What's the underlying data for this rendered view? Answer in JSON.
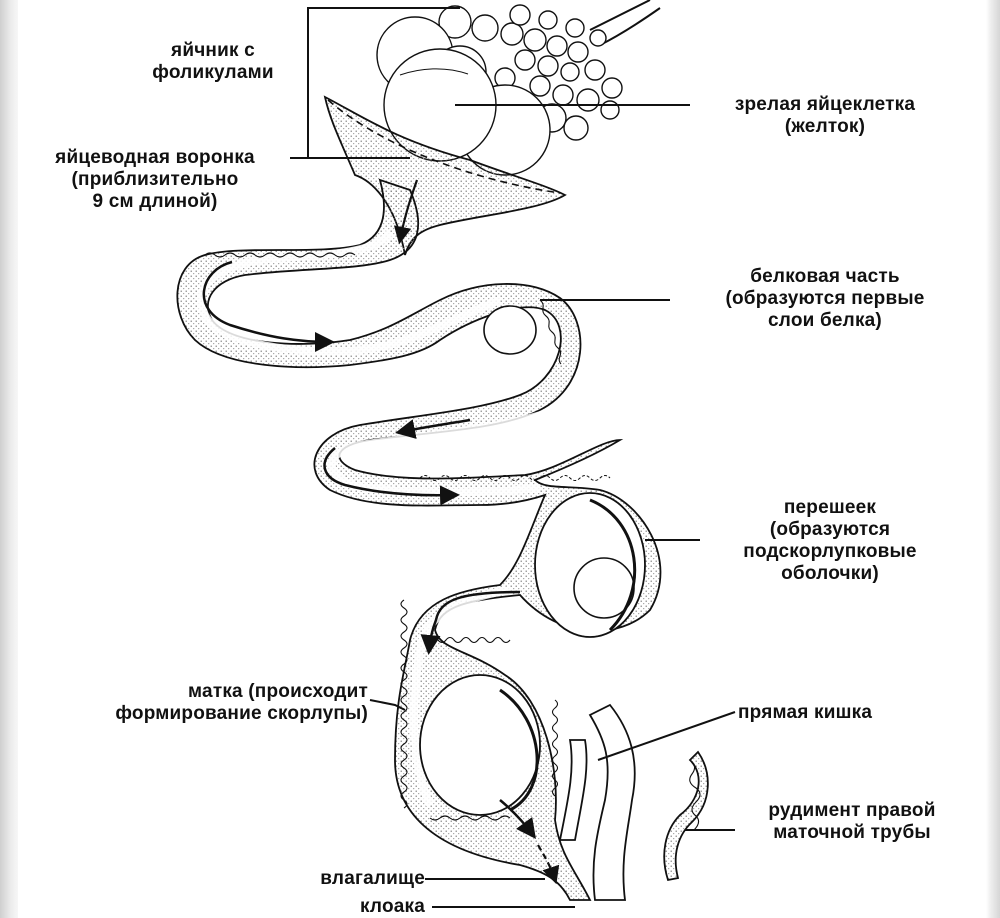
{
  "labels": {
    "ovary": "яйчник с\nфоликулами",
    "funnel": "яйцеводная воронка\n(приблизительно\n9 см длиной)",
    "mature_egg": "зрелая яйцеклетка\n(желток)",
    "albumen": "белковая часть\n(образуются первые\nслои белка)",
    "isthmus": "перешеек\n(образуются\nподскорлупковые\nоболочки)",
    "uterus": "матка (происходит\nформирование скорлупы)",
    "rectum": "прямая кишка",
    "right_oviduct": "рудимент правой\nматочной трубы",
    "vagina": "влагалище",
    "cloaca": "клоака"
  }
}
